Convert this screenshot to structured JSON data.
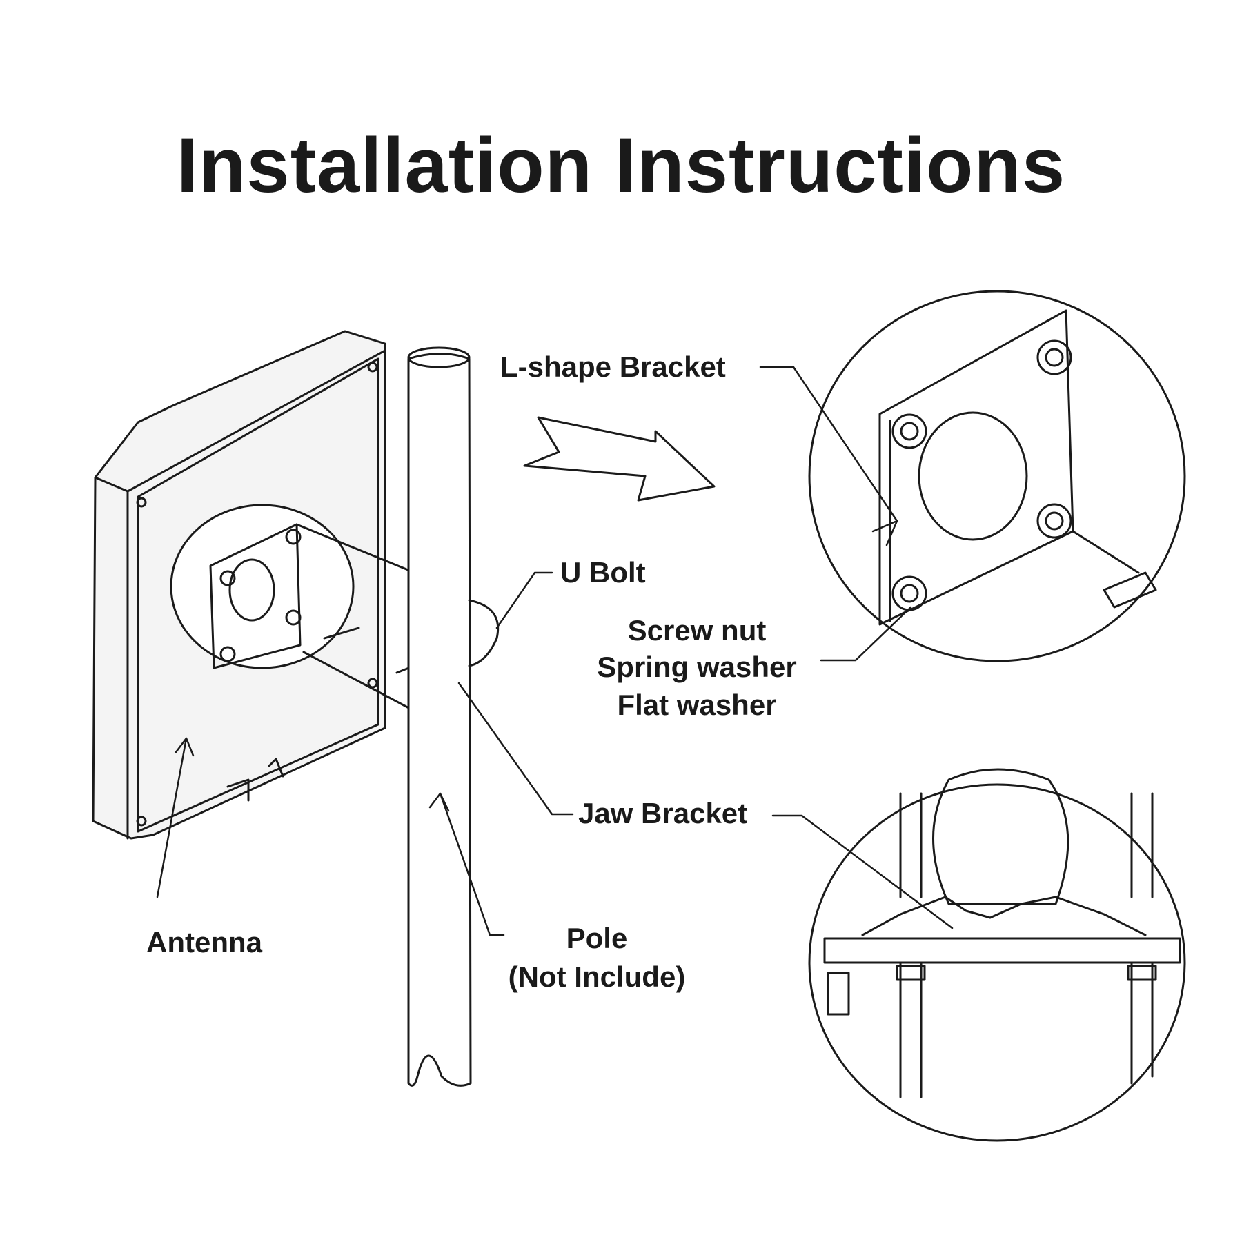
{
  "title": "Installation Instructions",
  "labels": {
    "l_shape_bracket": "L-shape Bracket",
    "u_bolt": "U Bolt",
    "screw_nut": "Screw nut",
    "spring_washer": "Spring washer",
    "flat_washer": "Flat washer",
    "jaw_bracket": "Jaw Bracket",
    "antenna": "Antenna",
    "pole": "Pole",
    "pole_note": "(Not Include)"
  }
}
